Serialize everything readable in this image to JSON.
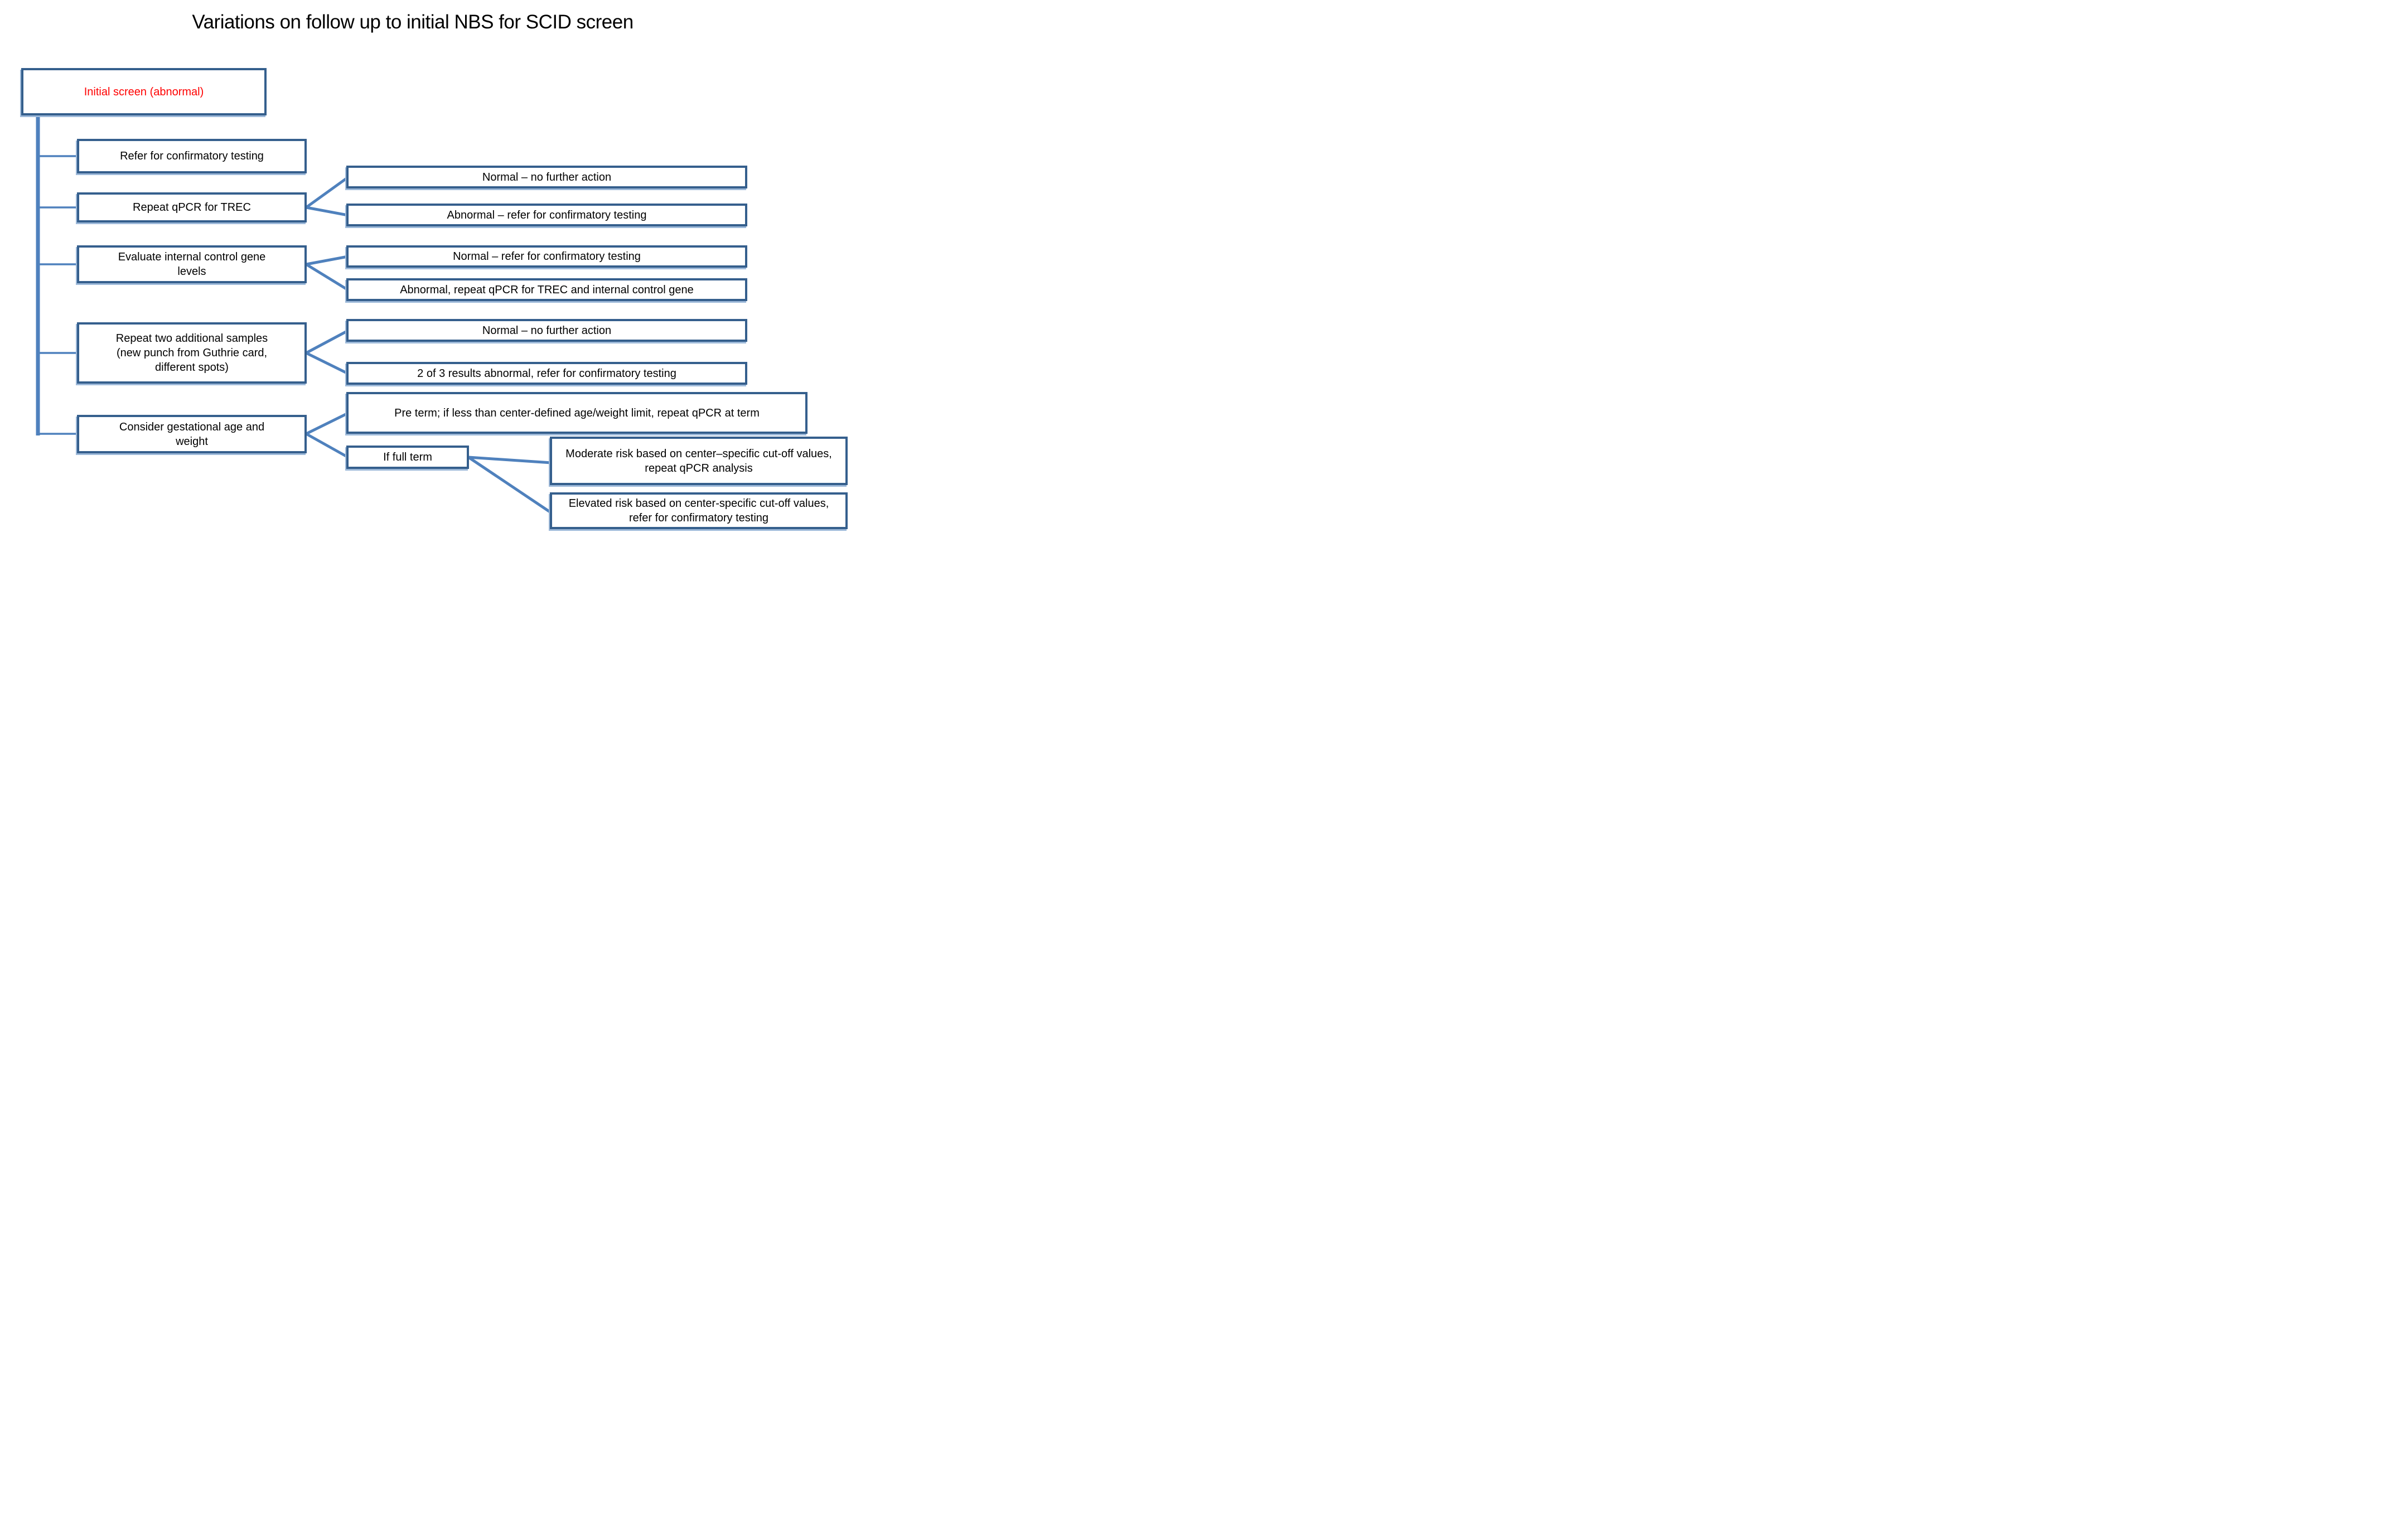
{
  "title": "Variations on follow up to initial NBS for SCID screen",
  "colors": {
    "box_border": "#355f8d",
    "connector": "#4f81bd",
    "shadow": "#9db9d9",
    "root_text": "#ff0000",
    "text": "#000000"
  },
  "nodes": {
    "root": "Initial screen (abnormal)",
    "refer": "Refer for confirmatory testing",
    "repeat_qpcr": "Repeat qPCR for TREC",
    "qpcr_normal": "Normal – no further action",
    "qpcr_abnormal": "Abnormal – refer for confirmatory testing",
    "eval_icg": "Evaluate internal control gene levels",
    "icg_normal": "Normal – refer for confirmatory testing",
    "icg_abnormal": "Abnormal, repeat qPCR for TREC and internal control gene",
    "repeat_samples": "Repeat two additional samples (new punch from Guthrie card, different spots)",
    "samples_normal": "Normal – no further action",
    "samples_abnormal": "2 of 3 results abnormal, refer for confirmatory testing",
    "gestational": "Consider gestational age and weight",
    "preterm": "Pre term; if less than center-defined age/weight limit, repeat qPCR at term",
    "fullterm": "If full term",
    "moderate": "Moderate risk based on center–specific cut-off values, repeat qPCR analysis",
    "elevated": "Elevated risk based on center-specific cut-off values, refer for confirmatory testing"
  }
}
